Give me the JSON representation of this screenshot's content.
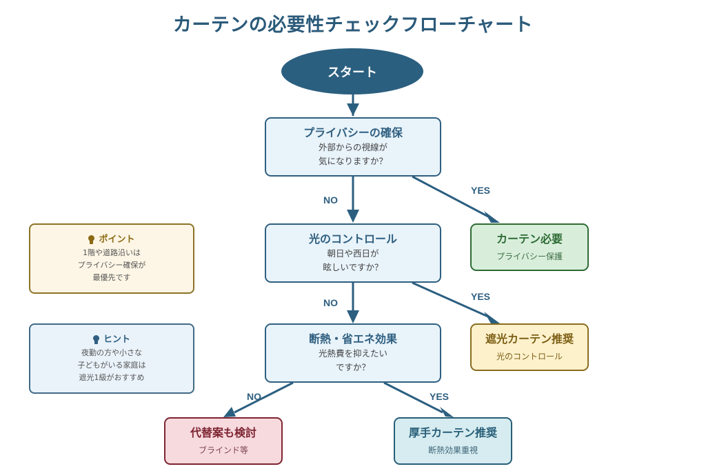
{
  "title": "カーテンの必要性チェックフローチャート",
  "start": {
    "label": "スタート"
  },
  "questions": [
    {
      "title": "プライバシーの確保",
      "lines": [
        "外部からの視線が",
        "気になりますか？"
      ]
    },
    {
      "title": "光のコントロール",
      "lines": [
        "朝日や西日が",
        "眩しいですか？"
      ]
    },
    {
      "title": "断熱・省エネ効果",
      "lines": [
        "光熱費を抑えたい",
        "ですか？"
      ]
    }
  ],
  "results": {
    "curtain_needed": {
      "title": "カーテン必要",
      "sub": "プライバシー保護"
    },
    "blackout": {
      "title": "遮光カーテン推奨",
      "sub": "光のコントロール"
    },
    "alternative": {
      "title": "代替案も検討",
      "sub": "ブラインド等"
    },
    "thick": {
      "title": "厚手カーテン推奨",
      "sub": "断熱効果重視"
    }
  },
  "edge_labels": {
    "q1_no": "NO",
    "q1_yes": "YES",
    "q2_no": "NO",
    "q2_yes": "YES",
    "q3_no": "NO",
    "q3_yes": "YES"
  },
  "notes": {
    "point": {
      "icon": "lightbulb-icon",
      "title": "ポイント",
      "lines": [
        "1階や道路沿いは",
        "プライバシー確保が",
        "最優先です"
      ]
    },
    "hint": {
      "icon": "lightbulb-icon",
      "title": "ヒント",
      "lines": [
        "夜勤の方や小さな",
        "子どもがいる家庭は",
        "遮光1級がおすすめ"
      ]
    }
  },
  "colors": {
    "primary": "#2b5f80",
    "green": "#2e6b34",
    "yellow": "#8a6c1e",
    "red": "#7d2431",
    "teal": "#285e78"
  }
}
